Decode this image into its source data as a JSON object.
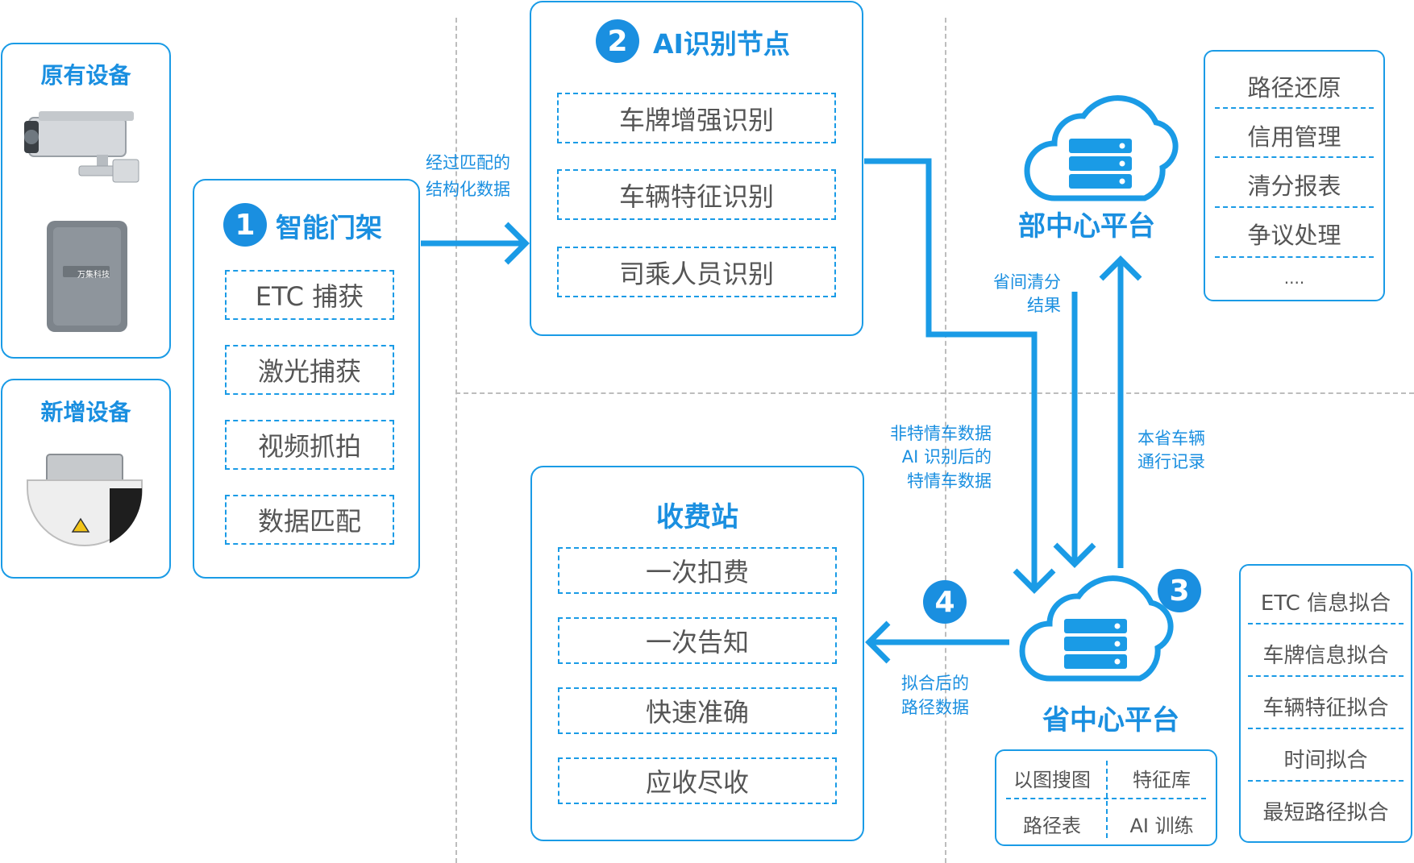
{
  "devices": {
    "existing_title": "原有设备",
    "camera_logo_text": "万集科技",
    "new_title": "新增设备"
  },
  "gantry": {
    "number": "1",
    "title": "智能门架",
    "items": [
      "ETC 捕获",
      "激光捕获",
      "视频抓拍",
      "数据匹配"
    ]
  },
  "ai_node": {
    "number": "2",
    "title": "AI识别节点",
    "items": [
      "车牌增强识别",
      "车辆特征识别",
      "司乘人员识别"
    ]
  },
  "ministry": {
    "title": "部中心平台",
    "functions": [
      "路径还原",
      "信用管理",
      "清分报表",
      "争议处理",
      "...."
    ]
  },
  "province": {
    "number": "3",
    "title": "省中心平台",
    "grid": [
      "以图搜图",
      "特征库",
      "路径表",
      "AI 训练"
    ],
    "fits": [
      "ETC 信息拟合",
      "车牌信息拟合",
      "车辆特征拟合",
      "时间拟合",
      "最短路径拟合"
    ]
  },
  "toll": {
    "number": "4",
    "title": "收费站",
    "items": [
      "一次扣费",
      "一次告知",
      "快速准确",
      "应收尽收"
    ]
  },
  "flow_labels": {
    "structured": [
      "经过匹配的",
      "结构化数据"
    ],
    "settlement": [
      "省间清分",
      "结果"
    ],
    "special": [
      "非特情车数据",
      "AI 识别后的",
      "特情车数据"
    ],
    "records": [
      "本省车辆",
      "通行记录"
    ],
    "route": [
      "拟合后的",
      "路径数据"
    ]
  },
  "colors": {
    "accent": "#1a8fe0",
    "line": "#1a9be6",
    "text": "#555555",
    "divider": "#bdbdbd"
  }
}
